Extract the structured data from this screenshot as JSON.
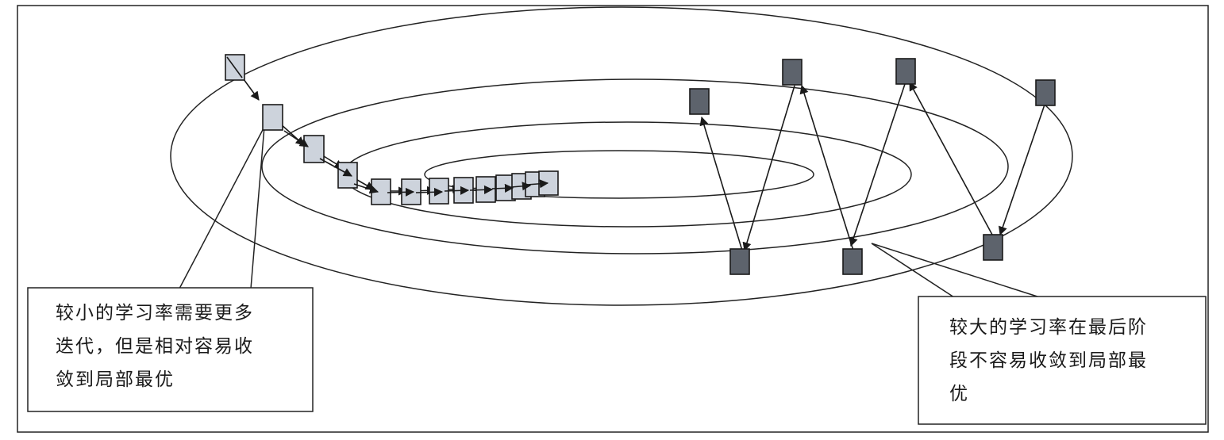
{
  "left_callout": {
    "lines": [
      "较小的学习率需要更多",
      "迭代，但是相对容易收",
      "敛到局部最优"
    ]
  },
  "right_callout": {
    "lines": [
      "较大的学习率在最后阶",
      "段不容易收敛到局部最",
      "优"
    ]
  },
  "colors": {
    "small_step_fill": "#cdd3dc",
    "large_step_fill": "#5d636c",
    "line": "#222222"
  }
}
